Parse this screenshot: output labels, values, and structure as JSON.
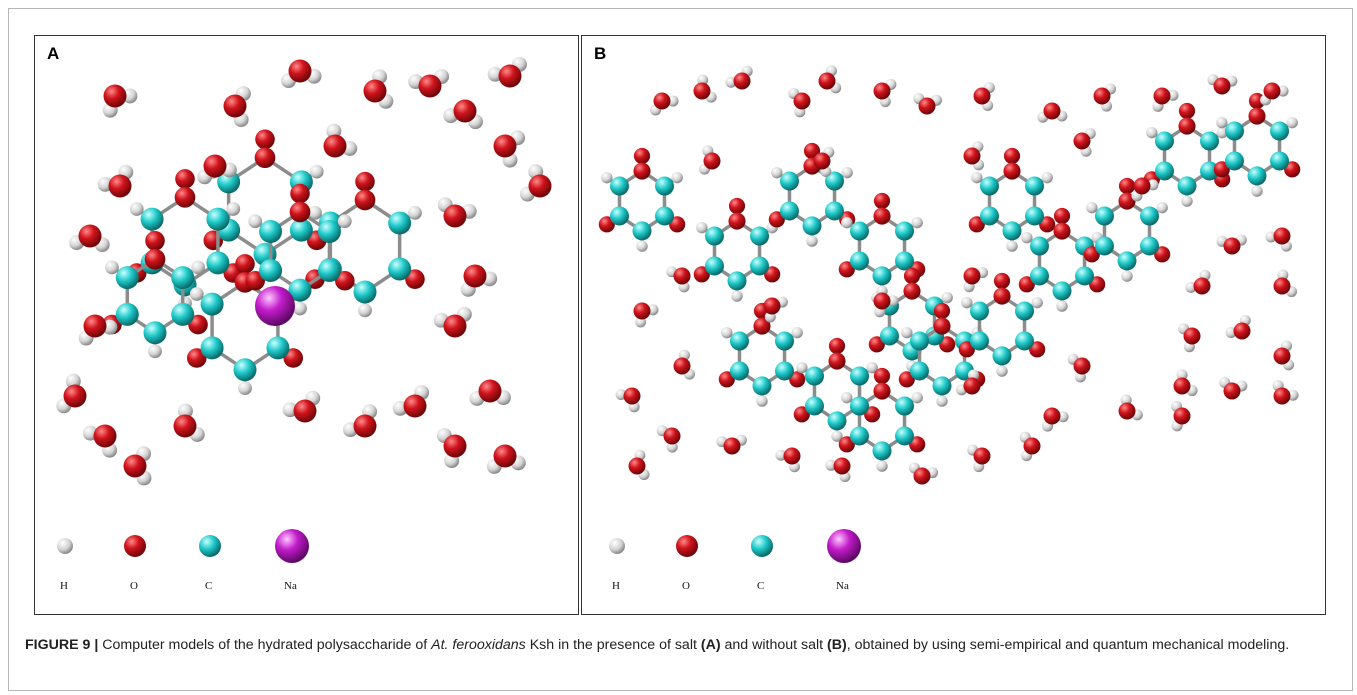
{
  "panels": [
    {
      "letter": "A",
      "legend": [
        {
          "label": "H",
          "element": "hydrogen",
          "color": "#d8d8d8"
        },
        {
          "label": "O",
          "element": "oxygen",
          "color": "#c8121a"
        },
        {
          "label": "C",
          "element": "carbon",
          "color": "#1fc7c7"
        },
        {
          "label": "Na",
          "element": "sodium",
          "color": "#c21cc8"
        }
      ]
    },
    {
      "letter": "B",
      "legend": [
        {
          "label": "H",
          "element": "hydrogen",
          "color": "#d8d8d8"
        },
        {
          "label": "O",
          "element": "oxygen",
          "color": "#c8121a"
        },
        {
          "label": "C",
          "element": "carbon",
          "color": "#1fc7c7"
        },
        {
          "label": "Na",
          "element": "sodium",
          "color": "#c21cc8"
        }
      ]
    }
  ],
  "caption": {
    "figure_label": "FIGURE 9 |",
    "text_1": " Computer models of the hydrated polysaccharide of ",
    "species": "At. ferooxidans",
    "text_2": " Ksh in the presence of salt ",
    "ref_a": "(A)",
    "text_3": " and without salt ",
    "ref_b": "(B)",
    "text_4": ", obtained by using semi-empirical and quantum mechanical modeling."
  },
  "colors": {
    "hydrogen": "#d8d8d8",
    "oxygen": "#c8121a",
    "carbon": "#1fc7c7",
    "sodium": "#c21cc8",
    "bond": "#8c8c8c"
  }
}
